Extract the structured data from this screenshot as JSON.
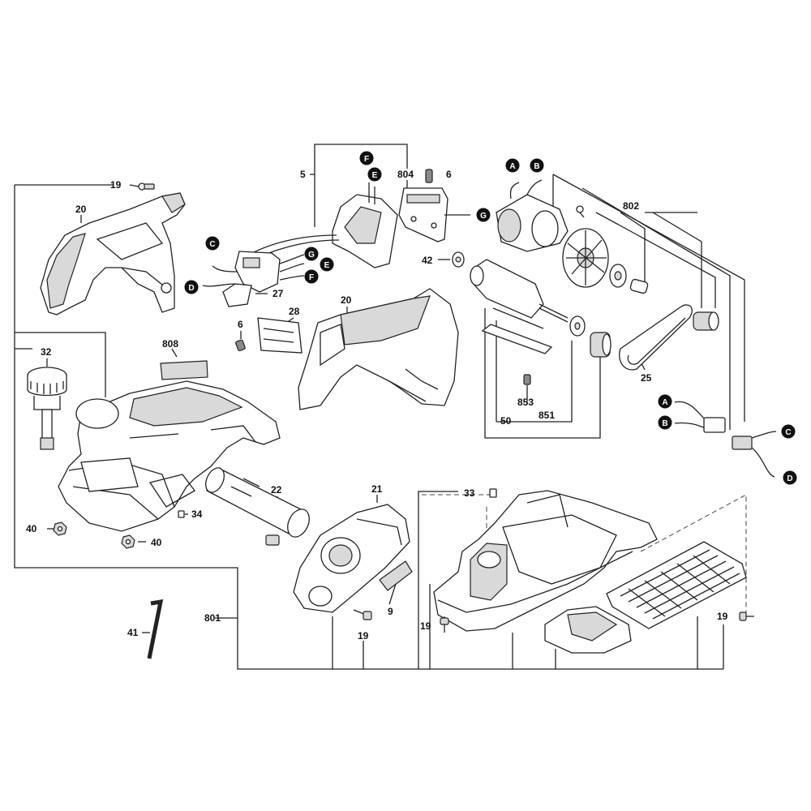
{
  "labels": {
    "l19a": "19",
    "l20a": "20",
    "l5": "5",
    "l804": "804",
    "l6a": "6",
    "l802": "802",
    "l42": "42",
    "l27": "27",
    "l28": "28",
    "l6b": "6",
    "l20b": "20",
    "l808": "808",
    "l32": "32",
    "l25": "25",
    "l853": "853",
    "l50": "50",
    "l851": "851",
    "l22": "22",
    "l21": "21",
    "l33": "33",
    "l34": "34",
    "l40a": "40",
    "l40b": "40",
    "l9": "9",
    "l41": "41",
    "l801": "801",
    "l19b": "19",
    "l19c": "19",
    "l19d": "19"
  },
  "connectors": {
    "A": "A",
    "B": "B",
    "C": "C",
    "D": "D",
    "E": "E",
    "F": "F",
    "G": "G"
  }
}
